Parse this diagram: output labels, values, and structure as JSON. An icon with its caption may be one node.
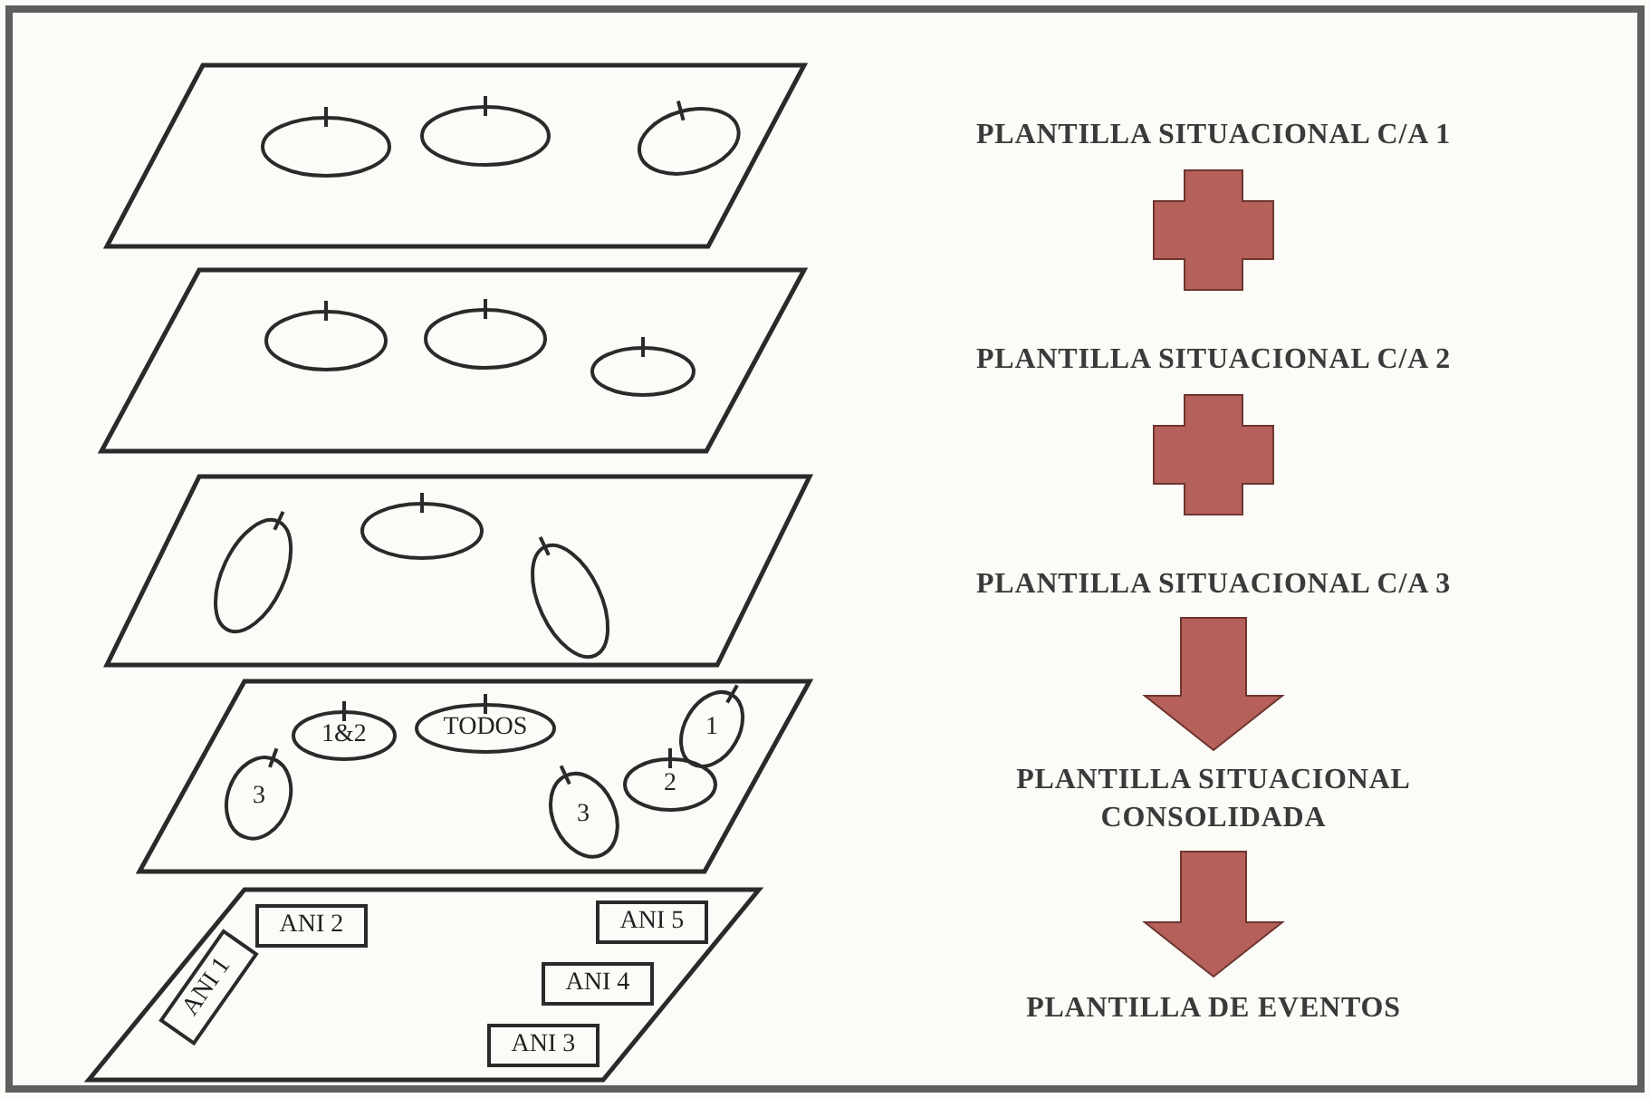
{
  "diagram": {
    "nodes": [
      {
        "text": [],
        "shape": "parallelogram"
      },
      {
        "text": [],
        "shape": "ellipse",
        "in": 0
      },
      {
        "text": [],
        "shape": "ellipse",
        "in": 0
      },
      {
        "text": [],
        "shape": "ellipse",
        "in": 0
      },
      {
        "text": [],
        "shape": "parallelogram"
      },
      {
        "text": [],
        "shape": "ellipse",
        "in": 4
      },
      {
        "text": [],
        "shape": "ellipse",
        "in": 4
      },
      {
        "text": [],
        "shape": "ellipse",
        "in": 4
      },
      {
        "text": [],
        "shape": "parallelogram"
      },
      {
        "text": [],
        "shape": "ellipse",
        "in": 8
      },
      {
        "text": [],
        "shape": "ellipse",
        "in": 8
      },
      {
        "text": [],
        "shape": "ellipse",
        "in": 8
      },
      {
        "text": [],
        "shape": "parallelogram"
      },
      {
        "text": [
          "1&2"
        ],
        "in": 12
      },
      {
        "text": [
          "TODOS"
        ],
        "in": 12
      },
      {
        "text": [
          "1"
        ],
        "in": 12
      },
      {
        "text": [
          "3"
        ],
        "in": 12
      },
      {
        "text": [
          "2"
        ],
        "in": 12
      },
      {
        "text": [
          "3"
        ],
        "in": 12
      },
      {
        "text": [],
        "shape": "parallelogram"
      },
      {
        "text": [
          "ANI 2"
        ],
        "in": 19
      },
      {
        "text": [
          "ANI 5"
        ],
        "in": 19
      },
      {
        "text": [
          "ANI 4"
        ],
        "in": 19
      },
      {
        "text": [
          "ANI 1"
        ],
        "in": 19
      },
      {
        "text": [
          "ANI 3"
        ],
        "in": 19
      },
      {
        "text": [
          "PLANTILLA SITUACIONAL C/A 1"
        ]
      },
      {
        "text": [
          "PLANTILLA SITUACIONAL C/A 2"
        ]
      },
      {
        "text": [
          "PLANTILLA SITUACIONAL C/A 3"
        ]
      },
      {
        "text": [
          "PLANTILLA SITUACIONAL CONSOLIDADA"
        ]
      },
      {
        "text": [
          "PLANTILLA DE EVENTOS"
        ]
      }
    ],
    "edges": [
      {
        "from": 27,
        "to": 28,
        "arrow": "to",
        "style": "thick"
      },
      {
        "from": 28,
        "to": 29,
        "arrow": "to",
        "style": "thick"
      }
    ]
  }
}
